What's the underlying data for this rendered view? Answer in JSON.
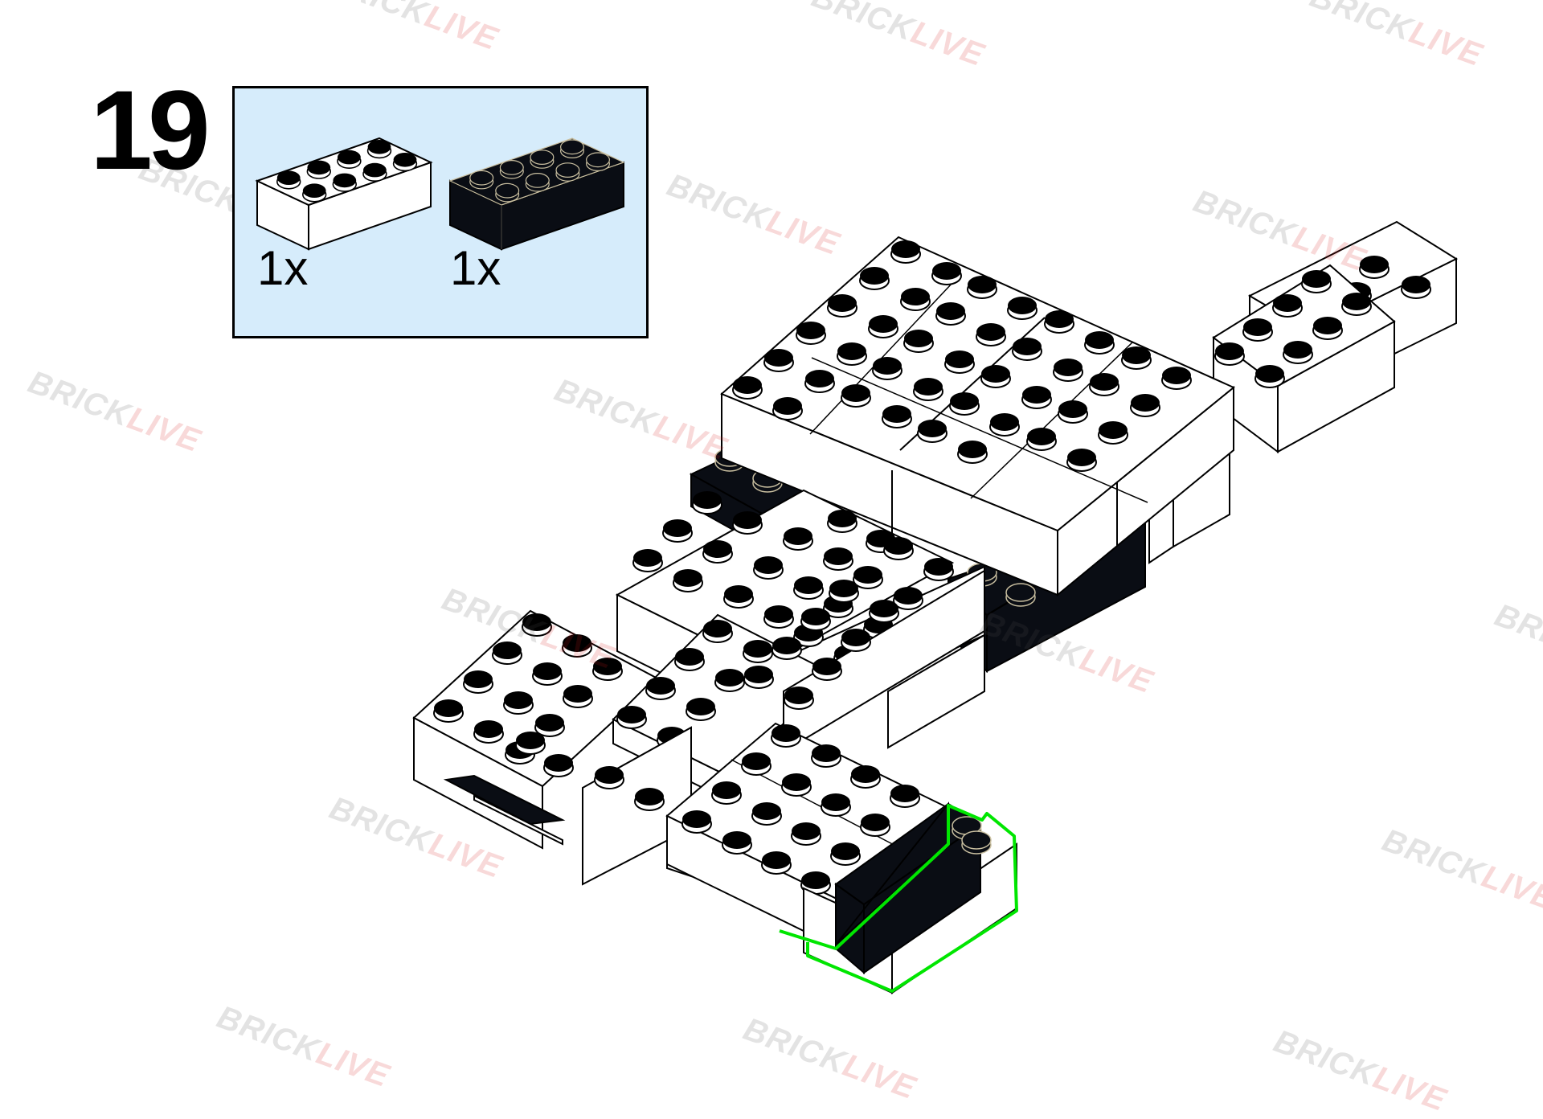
{
  "step": {
    "number": "19"
  },
  "parts_list": [
    {
      "part": "2x4 brick",
      "color": "#ffffff",
      "quantity": "1x"
    },
    {
      "part": "2x4 brick",
      "color": "#0a0d14",
      "quantity": "1x"
    }
  ],
  "highlight_color": "#00e600",
  "parts_box_color": "#d6ecfb",
  "watermark": {
    "part1": "BRICK",
    "part2": "LIVE",
    "brand_colors": [
      "#555555",
      "#d61a1a"
    ]
  }
}
